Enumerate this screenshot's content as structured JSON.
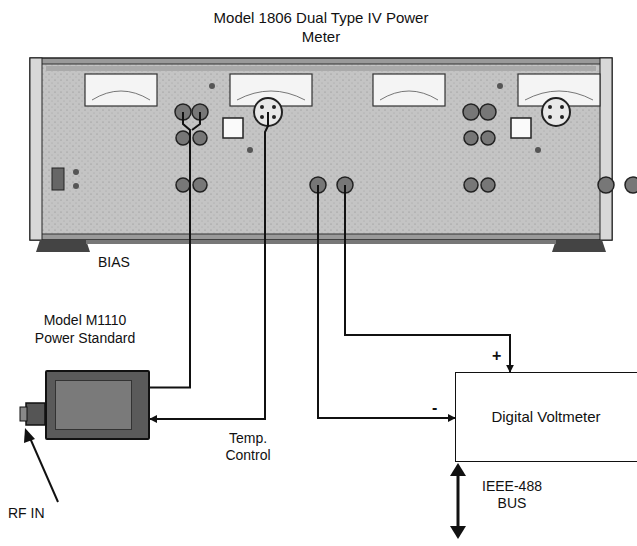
{
  "diagram": {
    "nodes": [
      {
        "text": [
          "Model 1806 Dual Type IV Power Meter"
        ]
      },
      {
        "text": [
          "Model M1110 Power Standard"
        ]
      },
      {
        "text": [
          "Digital Voltmeter"
        ]
      }
    ],
    "edges": [
      {
        "from": 0,
        "to": 1,
        "arrow": "none",
        "label": "BIAS"
      },
      {
        "from": 0,
        "to": 1,
        "arrow": "to",
        "label": "Temp. Control"
      },
      {
        "from": 0,
        "to": 2,
        "arrow": "to",
        "label": "+"
      },
      {
        "from": 0,
        "to": 2,
        "arrow": "to",
        "label": "-"
      }
    ],
    "labels": [
      "RF IN",
      "IEEE-488 BUS"
    ]
  }
}
